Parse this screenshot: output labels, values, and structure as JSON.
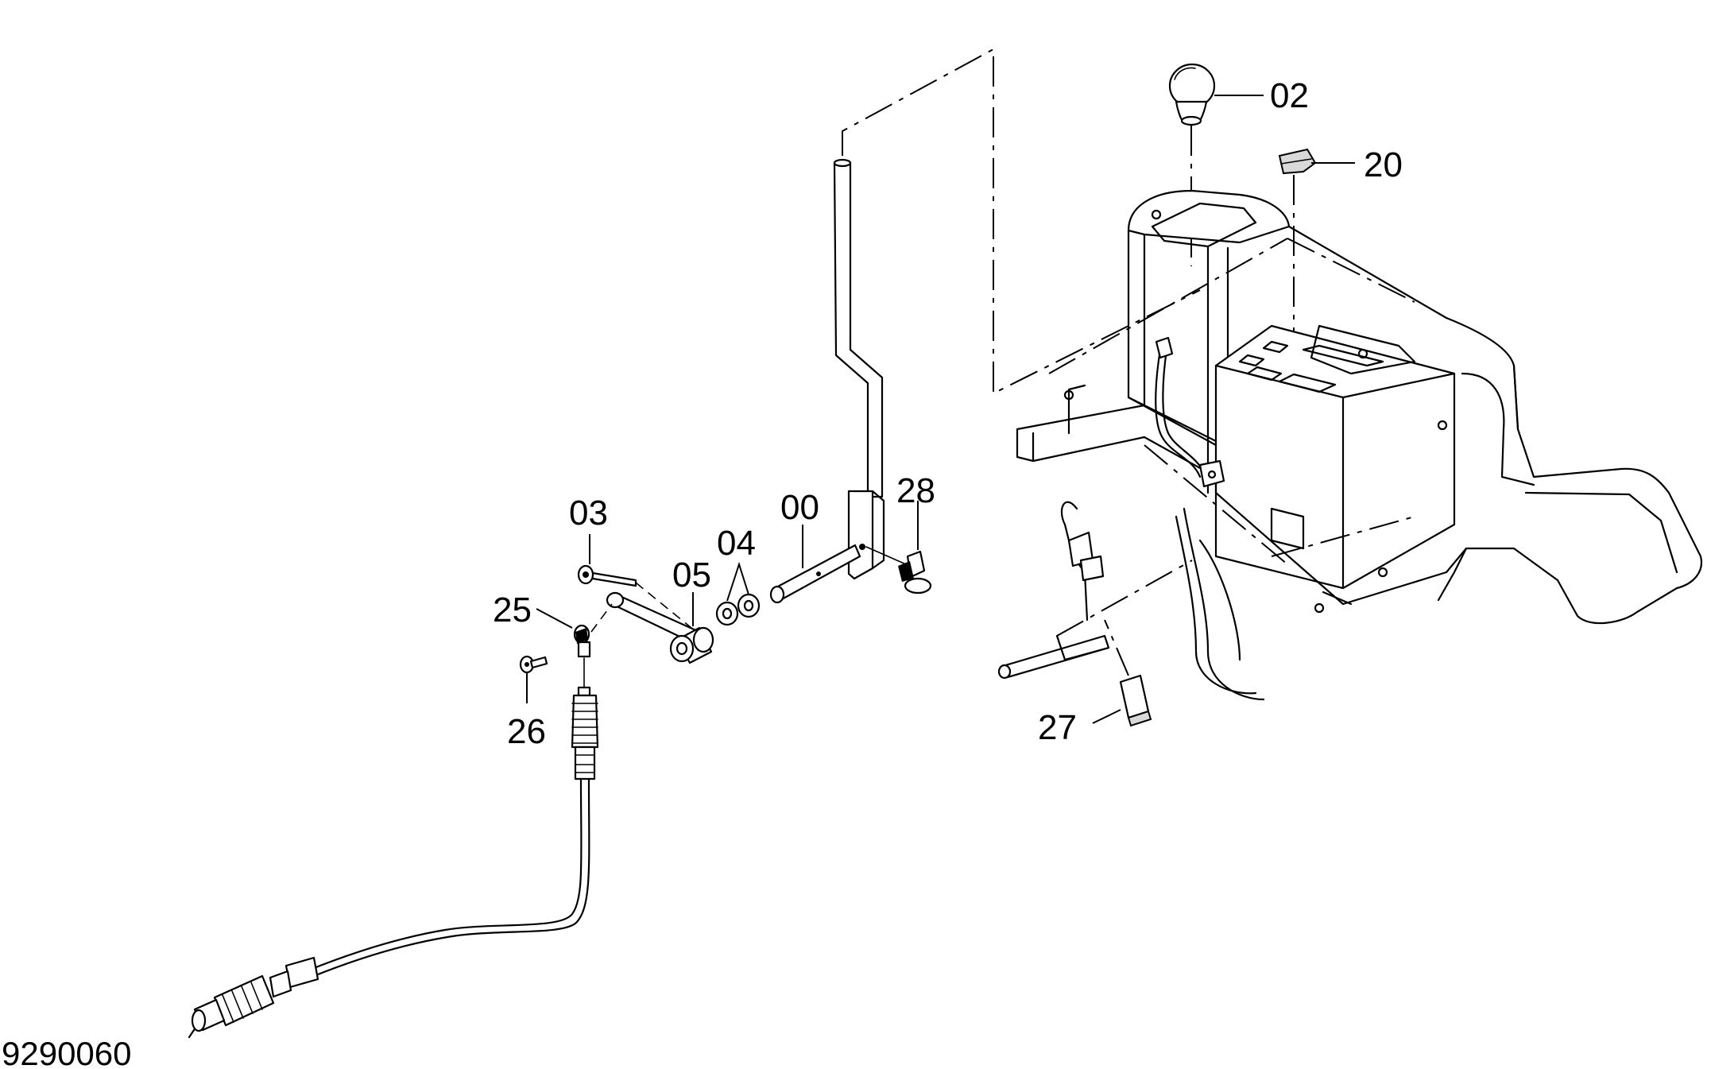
{
  "labels": {
    "p02": "02",
    "p20": "20",
    "p03": "03",
    "p00": "00",
    "p28": "28",
    "p04": "04",
    "p05": "05",
    "p25": "25",
    "p26": "26",
    "p27": "27"
  },
  "drawing_number": "9290060"
}
